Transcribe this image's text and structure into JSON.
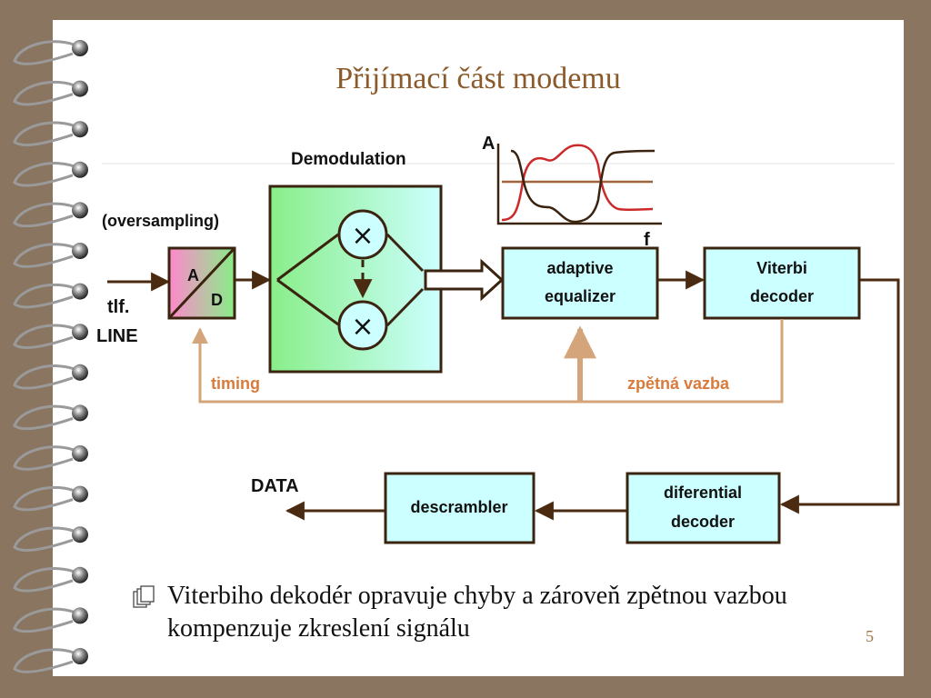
{
  "slide": {
    "title": "Přijímací část modemu",
    "page_number": "5",
    "bullet": "Viterbiho dekodér opravuje chyby a zároveň zpětnou vazbou kompenzuje zkreslení signálu"
  },
  "diagram": {
    "demodulation_label": "Demodulation",
    "oversampling_label": "(oversampling)",
    "adc_a": "A",
    "adc_d": "D",
    "line_label_1": "tlf.",
    "line_label_2": "LINE",
    "multiplier_symbol": "×",
    "equalizer_line1": "adaptive",
    "equalizer_line2": "equalizer",
    "viterbi_line1": "Viterbi",
    "viterbi_line2": "decoder",
    "timing_label": "timing",
    "feedback_label": "zpětná vazba",
    "data_label": "DATA",
    "descrambler_label": "descrambler",
    "diff_line1": "diferential",
    "diff_line2": "decoder",
    "graph_y_label": "A",
    "graph_x_label": "f"
  },
  "colors": {
    "title": "#8b5a2b",
    "box_fill": "#ccffff",
    "feedback_line": "#d4a57a",
    "feedback_text": "#d97b3c",
    "arrow_dark": "#4a2a10"
  }
}
